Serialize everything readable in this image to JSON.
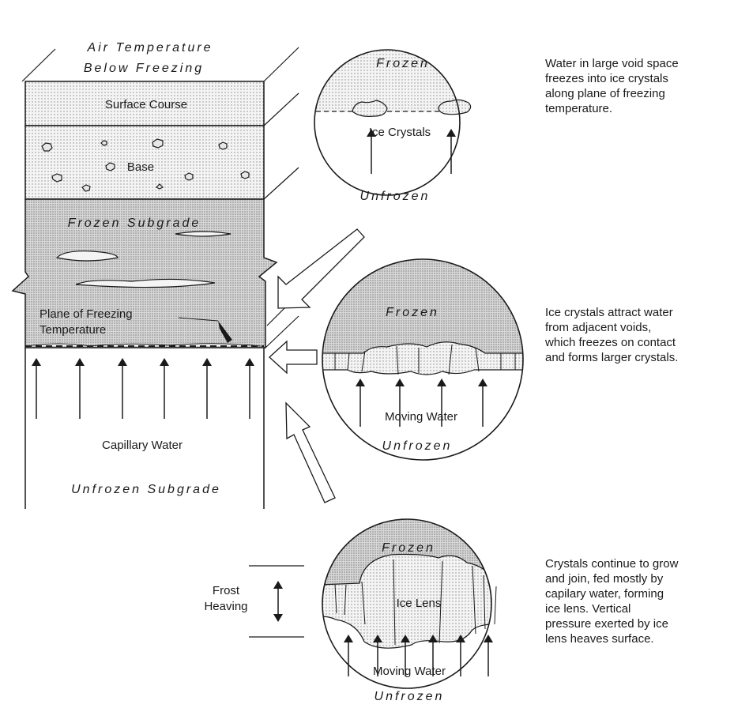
{
  "column": {
    "air_temperature": [
      "Air Temperature",
      "Below Freezing"
    ],
    "surface_course": "Surface Course",
    "base": "Base",
    "frozen_subgrade": "Frozen Subgrade",
    "plane_of_freezing": [
      "Plane of Freezing",
      "Temperature"
    ],
    "capillary_water": "Capillary Water",
    "unfrozen_subgrade": "Unfrozen Subgrade"
  },
  "stage1": {
    "frozen": "Frozen",
    "ice_crystals": "Ice Crystals",
    "unfrozen": "Unfrozen",
    "caption": "Water in large void space\nfreezes into ice crystals\nalong plane of freezing\ntemperature."
  },
  "stage2": {
    "frozen": "Frozen",
    "moving_water": "Moving Water",
    "unfrozen": "Unfrozen",
    "caption": "Ice crystals attract water\nfrom adjacent voids,\nwhich freezes on contact\nand forms larger crystals."
  },
  "stage3": {
    "frozen": "Frozen",
    "ice_lens": "Ice Lens",
    "moving_water": "Moving Water",
    "unfrozen": "Unfrozen",
    "frost_heaving": [
      "Frost",
      "Heaving"
    ],
    "caption": "Crystals continue to grow\nand join, fed mostly by\ncapilary water, forming\nice lens.  Vertical\npressure exerted by ice\nlens heaves surface."
  },
  "colors": {
    "ink": "#1a1a1a",
    "frozen_fill": "#d9d9d9",
    "light_fill": "#f3f3f3",
    "dots": "#9a9a9a"
  }
}
